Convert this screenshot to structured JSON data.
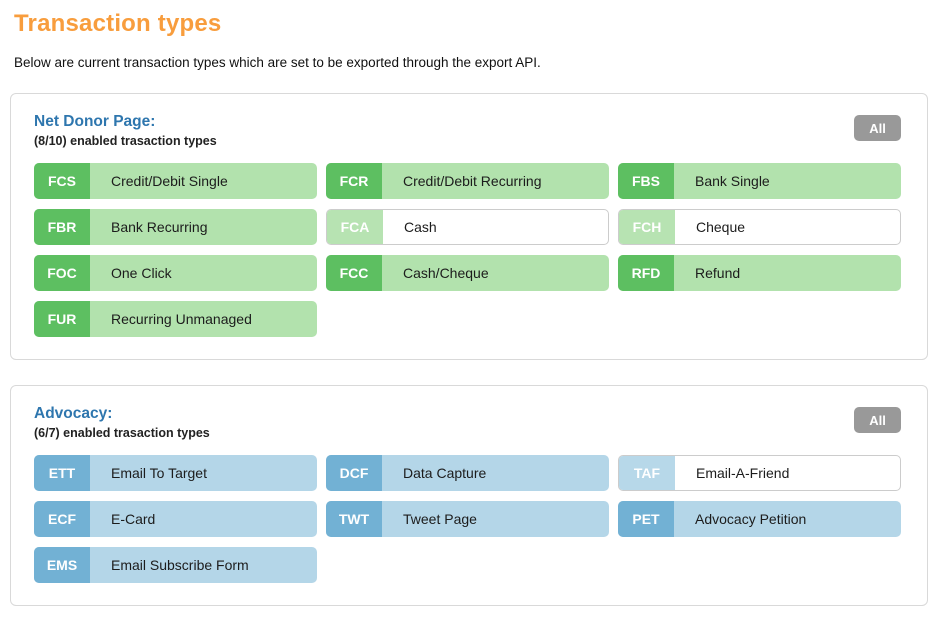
{
  "page": {
    "title": "Transaction types",
    "subtitle": "Below are current transaction types which are set to be exported through the export API."
  },
  "colors": {
    "title_orange": "#f89d3d",
    "section_header_blue": "#2e76ae",
    "all_button_gray": "#999999",
    "green_badge": "#5dbf61",
    "green_tile_body": "#b2e2ad",
    "green_badge_disabled": "#b7e3b2",
    "blue_badge": "#72b1d4",
    "blue_tile_body": "#b4d6e8",
    "blue_badge_disabled": "#b7d8e9",
    "disabled_tile_body": "#ffffff"
  },
  "sections": [
    {
      "title": "Net Donor Page:",
      "subtitle": "(8/10) enabled trasaction types",
      "all_button_label": "All",
      "theme": "green",
      "tiles": [
        {
          "code": "FCS",
          "label": "Credit/Debit Single",
          "enabled": true
        },
        {
          "code": "FCR",
          "label": "Credit/Debit Recurring",
          "enabled": true
        },
        {
          "code": "FBS",
          "label": "Bank Single",
          "enabled": true
        },
        {
          "code": "FBR",
          "label": "Bank Recurring",
          "enabled": true
        },
        {
          "code": "FCA",
          "label": "Cash",
          "enabled": false
        },
        {
          "code": "FCH",
          "label": "Cheque",
          "enabled": false
        },
        {
          "code": "FOC",
          "label": "One Click",
          "enabled": true
        },
        {
          "code": "FCC",
          "label": "Cash/Cheque",
          "enabled": true
        },
        {
          "code": "RFD",
          "label": "Refund",
          "enabled": true
        },
        {
          "code": "FUR",
          "label": "Recurring Unmanaged",
          "enabled": true
        }
      ]
    },
    {
      "title": "Advocacy:",
      "subtitle": "(6/7) enabled trasaction types",
      "all_button_label": "All",
      "theme": "blue",
      "tiles": [
        {
          "code": "ETT",
          "label": "Email To Target",
          "enabled": true
        },
        {
          "code": "DCF",
          "label": "Data Capture",
          "enabled": true
        },
        {
          "code": "TAF",
          "label": "Email-A-Friend",
          "enabled": false
        },
        {
          "code": "ECF",
          "label": "E-Card",
          "enabled": true
        },
        {
          "code": "TWT",
          "label": "Tweet Page",
          "enabled": true
        },
        {
          "code": "PET",
          "label": "Advocacy Petition",
          "enabled": true
        },
        {
          "code": "EMS",
          "label": "Email Subscribe Form",
          "enabled": true
        }
      ]
    }
  ]
}
